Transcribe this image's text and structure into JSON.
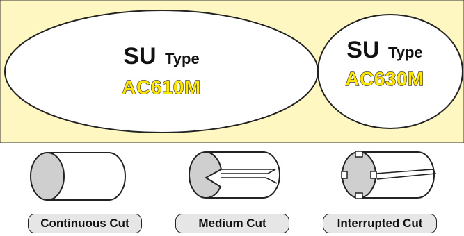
{
  "colors": {
    "panel_background": "#fff7c2",
    "ellipse_fill": "#ffffff",
    "grade_text": "#ffe600",
    "cut_face": "#cfcfcf",
    "label_background": "#e6e6e6"
  },
  "grades": [
    {
      "type_prefix": "SU",
      "type_suffix": "Type",
      "code": "AC610M"
    },
    {
      "type_prefix": "SU",
      "type_suffix": "Type",
      "code": "AC630M"
    }
  ],
  "cuts": [
    {
      "label": "Continuous Cut",
      "icon": "solid-cylinder-icon"
    },
    {
      "label": "Medium Cut",
      "icon": "v-grooved-cylinder-icon"
    },
    {
      "label": "Interrupted Cut",
      "icon": "slotted-cylinder-icon"
    }
  ]
}
